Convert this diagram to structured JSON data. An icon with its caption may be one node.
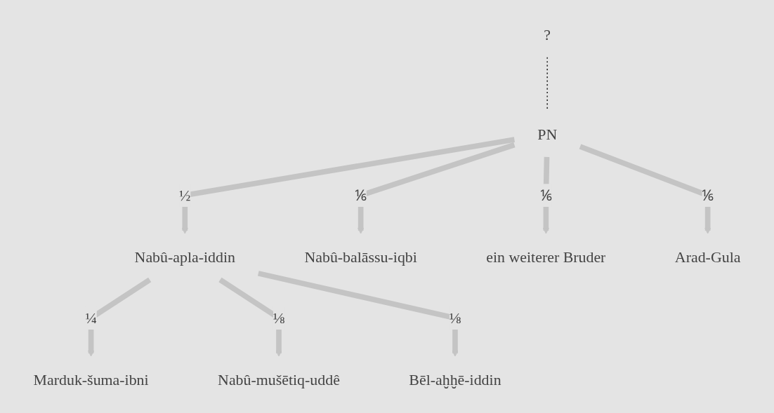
{
  "diagram": {
    "nodes": [
      {
        "text": [
          "?"
        ]
      },
      {
        "text": [
          "PN"
        ]
      },
      {
        "text": [
          "Nabû-apla-iddin"
        ]
      },
      {
        "text": [
          "Nabû-balāssu-iqbi"
        ]
      },
      {
        "text": [
          "ein weiterer Bruder"
        ]
      },
      {
        "text": [
          "Arad-Gula"
        ]
      },
      {
        "text": [
          "Marduk-šuma-ibni"
        ]
      },
      {
        "text": [
          "Nabû-mušētiq-uddê"
        ]
      },
      {
        "text": [
          "Bēl-aḫḫē-iddin"
        ]
      }
    ],
    "edges": [
      {
        "from": 0,
        "to": 1,
        "arrow": "none",
        "style": "dashed",
        "color": "#333333"
      },
      {
        "from": 1,
        "to": 2,
        "arrow": "to",
        "label": "½"
      },
      {
        "from": 1,
        "to": 3,
        "arrow": "to",
        "label": "⅙"
      },
      {
        "from": 1,
        "to": 4,
        "arrow": "to",
        "label": "⅙"
      },
      {
        "from": 1,
        "to": 5,
        "arrow": "to",
        "label": "⅙"
      },
      {
        "from": 2,
        "to": 6,
        "arrow": "to",
        "label": "¼"
      },
      {
        "from": 2,
        "to": 7,
        "arrow": "to",
        "label": "⅛"
      },
      {
        "from": 2,
        "to": 8,
        "arrow": "to",
        "label": "⅛"
      }
    ]
  }
}
